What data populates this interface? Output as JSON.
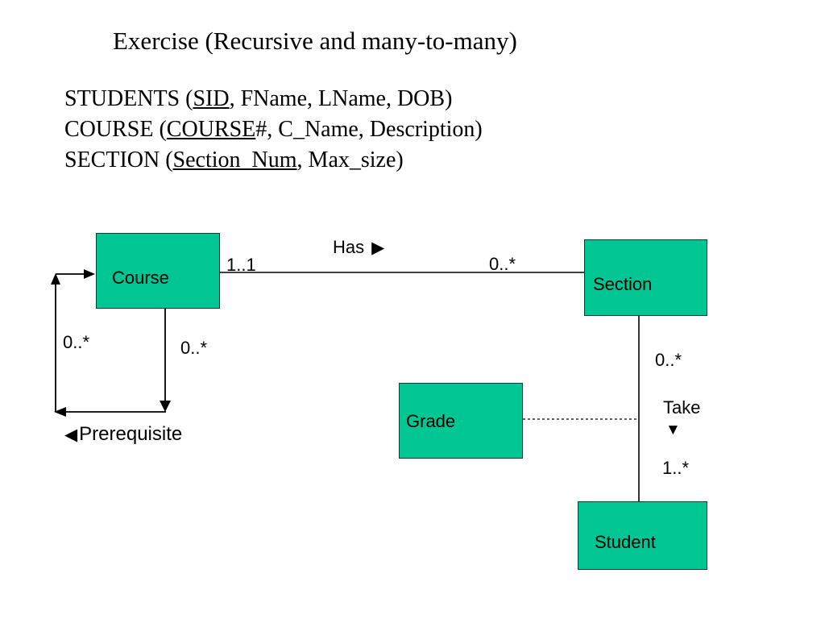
{
  "title": "Exercise (Recursive and many-to-many)",
  "schema": {
    "lines": [
      {
        "prefix": "STUDENTS (",
        "underlined": "SID",
        "suffix": ", FName, LName, DOB)"
      },
      {
        "prefix": "COURSE (",
        "underlined": "COURSE",
        "suffix": "#, C_Name, Description)"
      },
      {
        "prefix": "SECTION (",
        "underlined": "Section_Num",
        "suffix": ", Max_size)"
      }
    ]
  },
  "diagram": {
    "entities": {
      "course": {
        "label": "Course"
      },
      "section": {
        "label": "Section"
      },
      "grade": {
        "label": "Grade"
      },
      "student": {
        "label": "Student"
      }
    },
    "relationships": {
      "has": {
        "name": "Has",
        "direction_icon": "▶",
        "course_multiplicity": "1..1",
        "section_multiplicity": "0..*"
      },
      "prerequisite": {
        "name": "Prerequisite",
        "direction_icon": "◀",
        "left_multiplicity": "0..*",
        "bottom_multiplicity": "0..*"
      },
      "take": {
        "name": "Take",
        "direction_icon": "▼",
        "section_multiplicity": "0..*",
        "student_multiplicity": "1..*"
      }
    },
    "colors": {
      "entity_fill": "#00C693",
      "entity_border": "#0B3E33",
      "connector": "#000000"
    }
  }
}
